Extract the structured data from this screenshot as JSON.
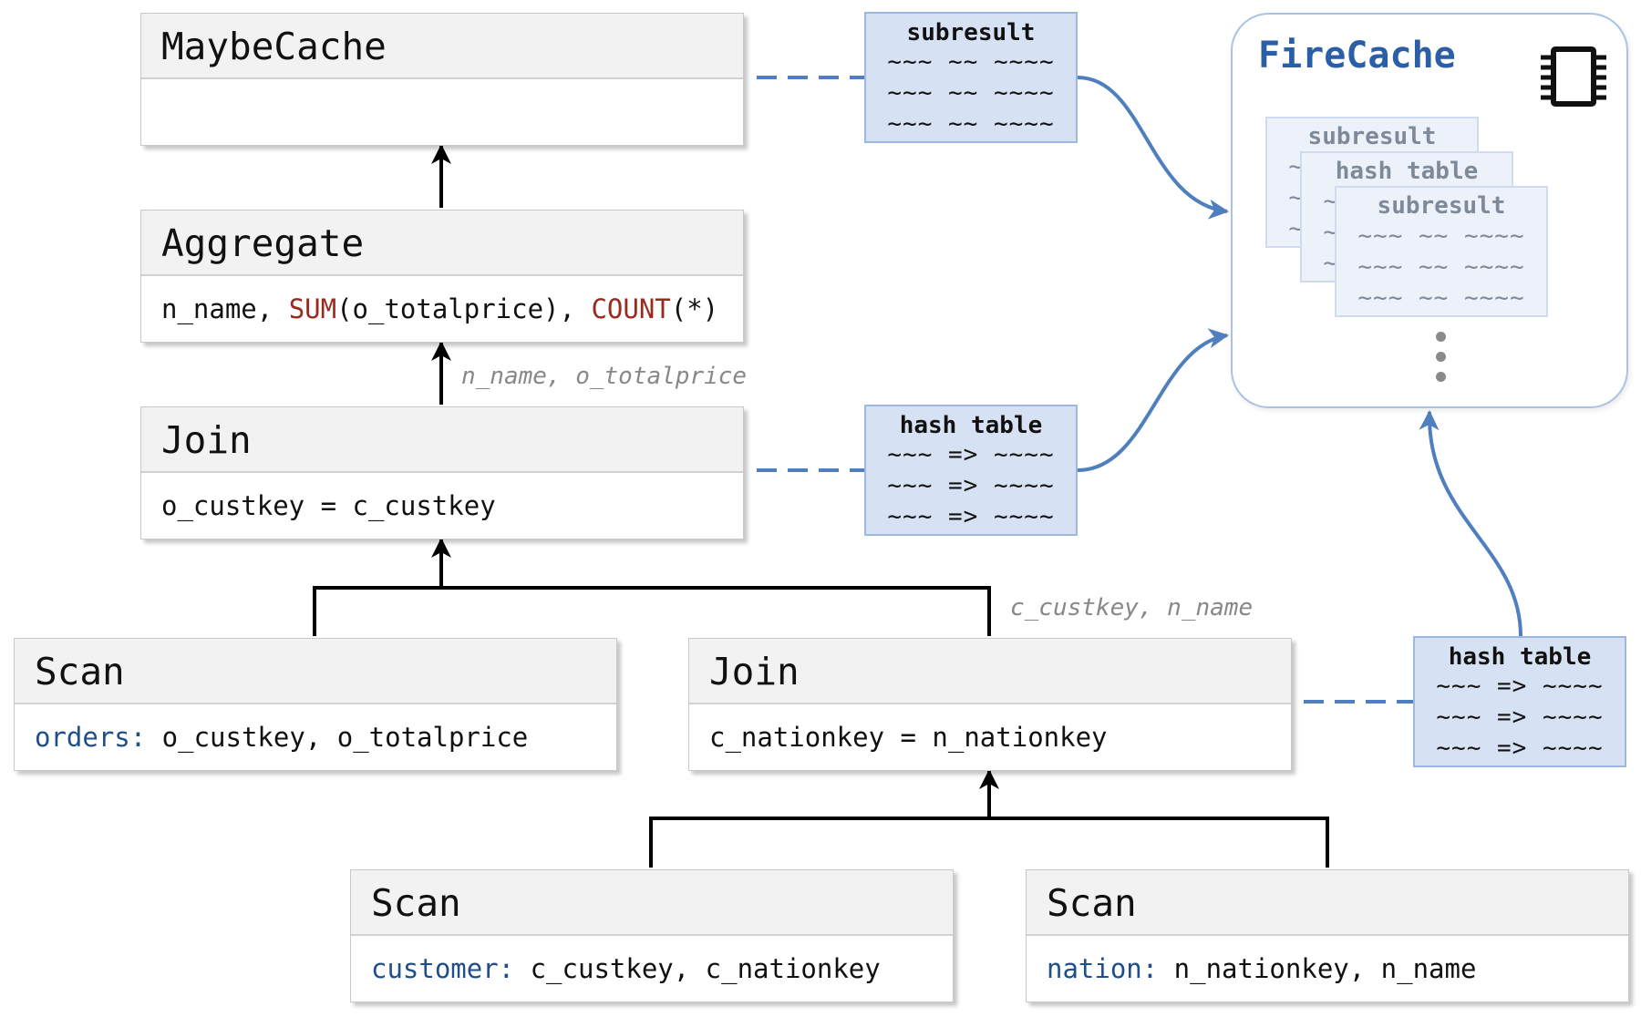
{
  "nodes": {
    "maybe_cache": {
      "title": "MaybeCache",
      "body": ""
    },
    "aggregate": {
      "title": "Aggregate",
      "body": {
        "a": "n_name, ",
        "f1": "SUM",
        "b": "(o_totalprice), ",
        "f2": "COUNT",
        "c": "(*)"
      }
    },
    "join_top": {
      "title": "Join",
      "body": "o_custkey = c_custkey"
    },
    "scan_orders": {
      "title": "Scan",
      "table": "orders:",
      "cols": " o_custkey, o_totalprice"
    },
    "join_mid": {
      "title": "Join",
      "body": "c_nationkey = n_nationkey"
    },
    "scan_customer": {
      "title": "Scan",
      "table": "customer:",
      "cols": " c_custkey, c_nationkey"
    },
    "scan_nation": {
      "title": "Scan",
      "table": "nation:",
      "cols": " n_nationkey, n_name"
    }
  },
  "annotations": {
    "agg_input": "n_name, o_totalprice",
    "join_mid_output": "c_custkey, n_name"
  },
  "cards": {
    "subresult": {
      "title": "subresult",
      "lines": [
        "~~~ ~~ ~~~~",
        "~~~ ~~ ~~~~",
        "~~~ ~~ ~~~~"
      ]
    },
    "hash_top": {
      "title": "hash table",
      "lines": [
        "~~~ => ~~~~",
        "~~~ => ~~~~",
        "~~~ => ~~~~"
      ]
    },
    "hash_bottom": {
      "title": "hash table",
      "lines": [
        "~~~ => ~~~~",
        "~~~ => ~~~~",
        "~~~ => ~~~~"
      ]
    }
  },
  "firecache": {
    "title": "FireCache",
    "icon": "chip-icon",
    "stack": [
      {
        "title": "subresult",
        "lines": [
          "~~~ ~~ ~~~~",
          "~~~ ~~ ~~~~",
          "~~~ ~~ ~~~~"
        ]
      },
      {
        "title": "hash table",
        "lines": [
          "~~~ => ~~~~",
          "~~~ => ~~~~",
          "~~~ => ~~~~"
        ]
      },
      {
        "title": "subresult",
        "lines": [
          "~~~ ~~ ~~~~",
          "~~~ ~~ ~~~~",
          "~~~ ~~ ~~~~"
        ]
      }
    ]
  },
  "colors": {
    "accent": "#2b5fa5",
    "dashed_link": "#4f7fbf",
    "card_fill": "#d6e2f3",
    "keyword": "#1f4e8c",
    "function": "#9a2a1e"
  }
}
